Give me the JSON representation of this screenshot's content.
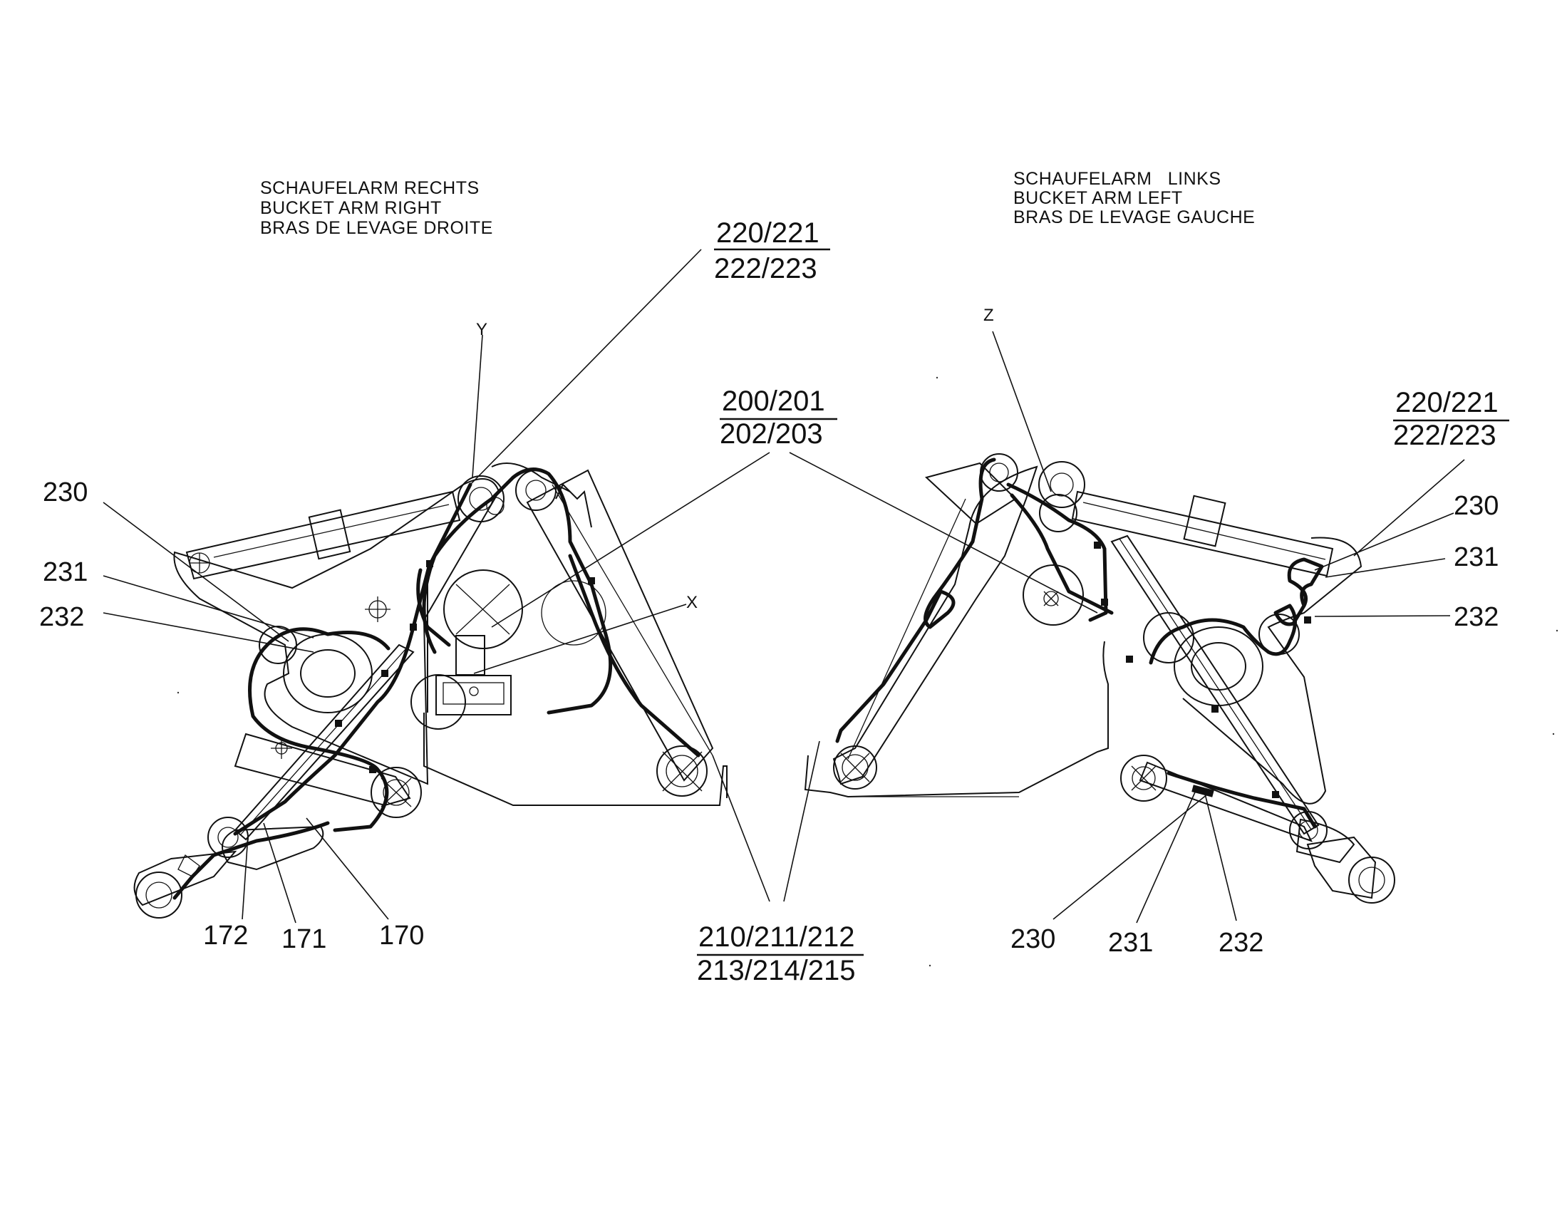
{
  "titles": {
    "right_arm": [
      "SCHAUFELARM RECHTS",
      "BUCKET ARM RIGHT",
      "BRAS DE LEVAGE DROITE"
    ],
    "left_arm": [
      "SCHAUFELARM   LINKS",
      "BUCKET ARM LEFT",
      "BRAS DE LEVAGE GAUCHE"
    ]
  },
  "view_letters": {
    "y": "Y",
    "z": "Z",
    "x": "X"
  },
  "callouts": {
    "r230": "230",
    "r231": "231",
    "r232": "232",
    "r172": "172",
    "r171": "171",
    "r170": "170",
    "l230": "230",
    "l231": "231",
    "l232": "232",
    "lb230": "230",
    "lb231": "231",
    "lb232": "232"
  },
  "fractions": {
    "top_left": {
      "top": "220/221",
      "bottom": "222/223"
    },
    "center": {
      "top": "200/201",
      "bottom": "202/203"
    },
    "top_right": {
      "top": "220/221",
      "bottom": "222/223"
    },
    "bottom": {
      "top": "210/211/212",
      "bottom": "213/214/215"
    }
  }
}
